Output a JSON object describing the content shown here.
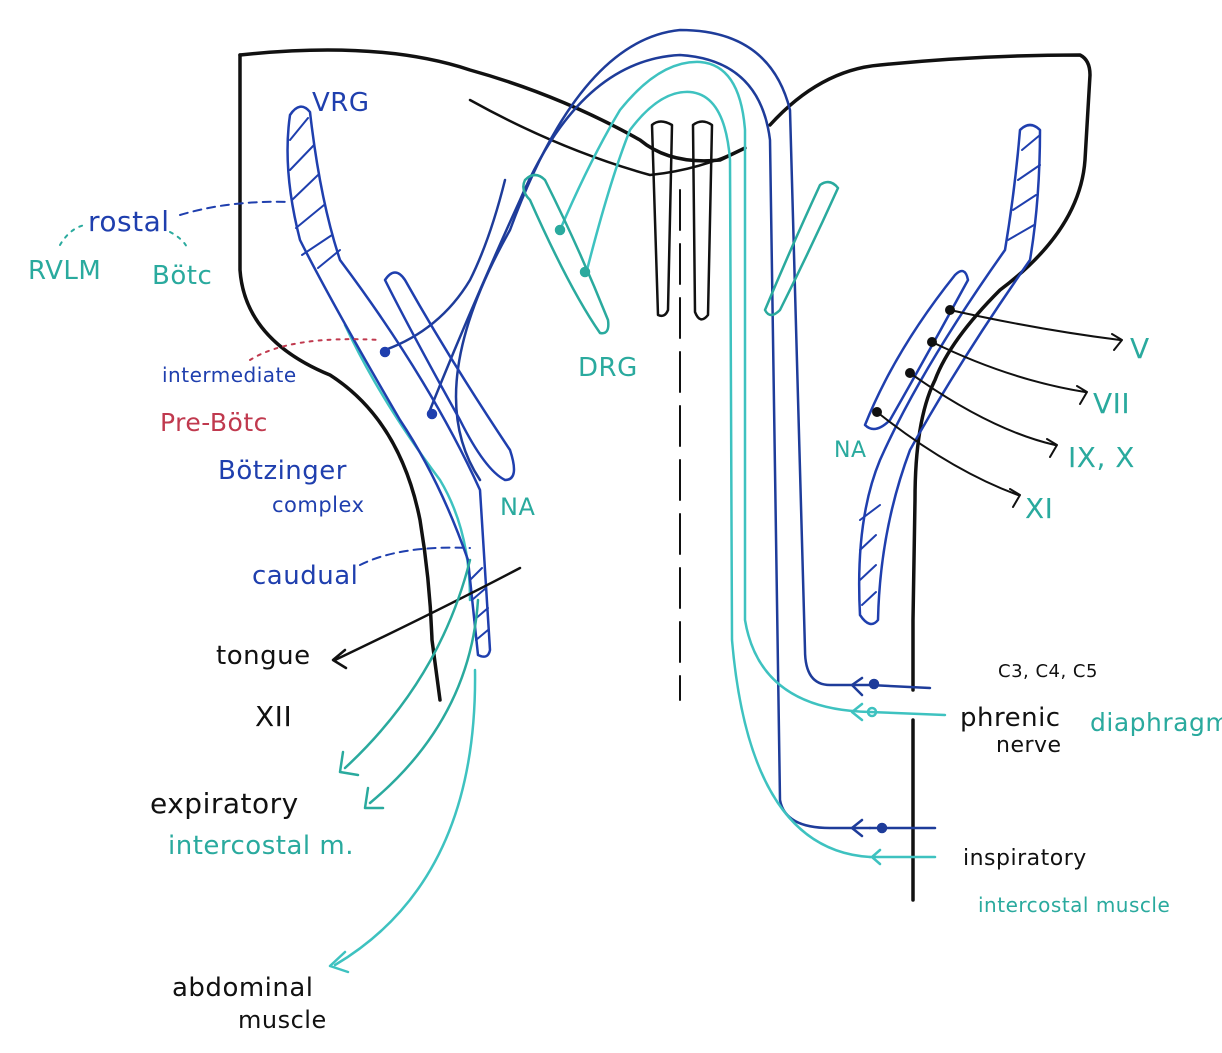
{
  "colors": {
    "outline": "#111111",
    "vrg_blue": "#1f3fae",
    "dark_blue_tract": "#1e3c9a",
    "teal": "#2aaa9e",
    "light_teal": "#3ec2c0",
    "red": "#c0394e"
  },
  "labels": {
    "vrg": "VRG",
    "rostral": "rostal",
    "rvlm": "RVLM",
    "botc": "Bötc",
    "intermediate": "intermediate",
    "pre_botc": "Pre-Bötc",
    "botzinger_line1": "Bötzinger",
    "botzinger_line2": "complex",
    "na_left": "NA",
    "caudal": "caudual",
    "tongue": "tongue",
    "xii": "XII",
    "expiratory": "expiratory",
    "expiratory_muscle": "intercostal m.",
    "abdominal_line1": "abdominal",
    "abdominal_line2": "muscle",
    "drg": "DRG",
    "na_right": "NA",
    "nerve_v": "V",
    "nerve_vii": "VII",
    "nerve_ix_x": "IX, X",
    "nerve_xi": "XI",
    "cervical": "C3, C4, C5",
    "phrenic_line1": "phrenic",
    "phrenic_line2": "nerve",
    "diaphragm": "diaphragm",
    "inspiratory": "inspiratory",
    "inspiratory_muscle": "intercostal muscle"
  }
}
